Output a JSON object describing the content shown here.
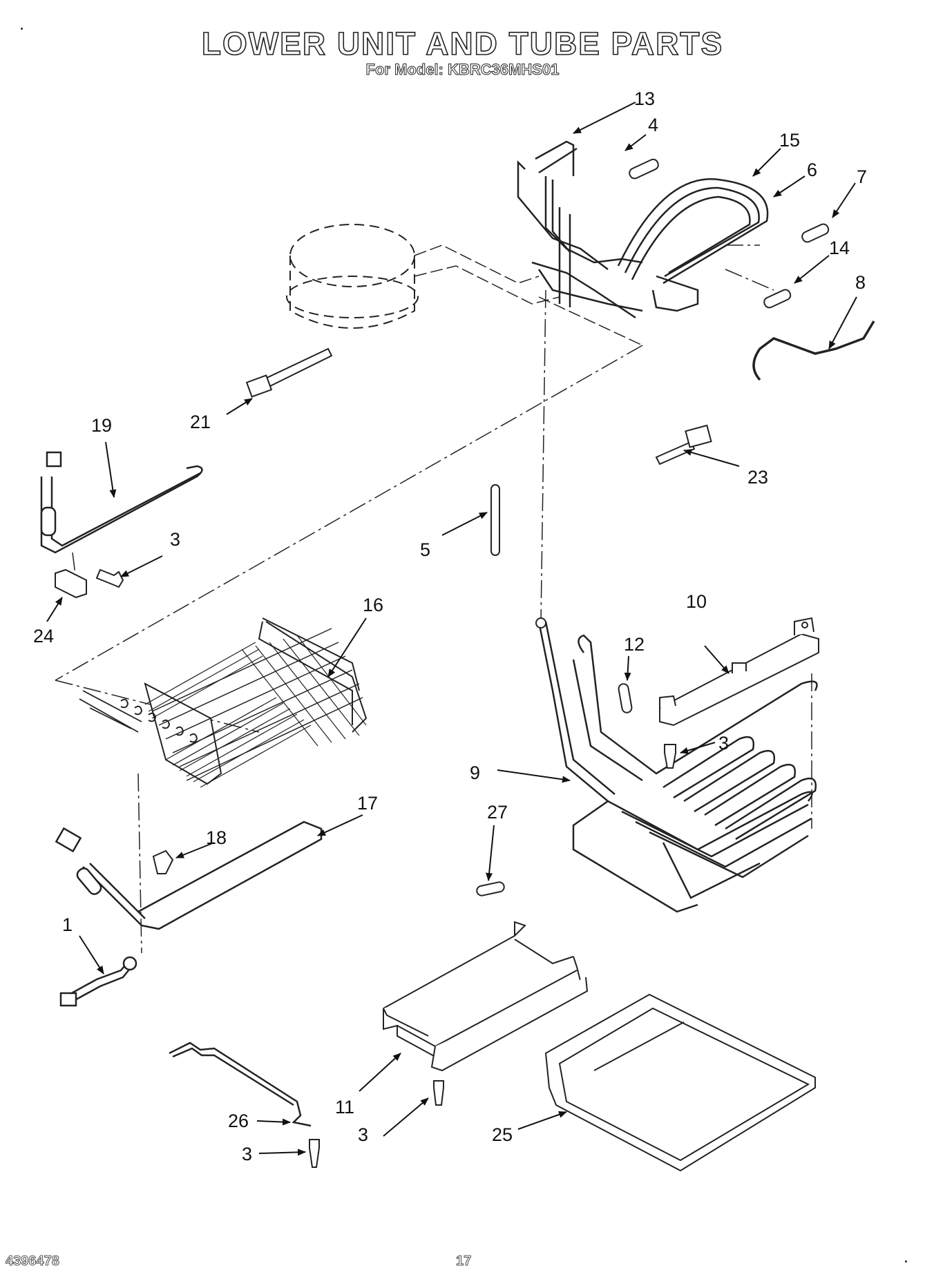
{
  "header": {
    "title": "LOWER UNIT AND TUBE PARTS",
    "subtitle": "For Model: KBRC36MHS01"
  },
  "footer": {
    "doc_number": "4396478",
    "page_number": "17"
  },
  "callouts": [
    {
      "id": "c13",
      "text": "13"
    },
    {
      "id": "c4",
      "text": "4"
    },
    {
      "id": "c15",
      "text": "15"
    },
    {
      "id": "c6",
      "text": "6"
    },
    {
      "id": "c7",
      "text": "7"
    },
    {
      "id": "c14",
      "text": "14"
    },
    {
      "id": "c8",
      "text": "8"
    },
    {
      "id": "c21",
      "text": "21"
    },
    {
      "id": "c19",
      "text": "19"
    },
    {
      "id": "c23",
      "text": "23"
    },
    {
      "id": "c3a",
      "text": "3"
    },
    {
      "id": "c5",
      "text": "5"
    },
    {
      "id": "c24",
      "text": "24"
    },
    {
      "id": "c16",
      "text": "16"
    },
    {
      "id": "c10",
      "text": "10"
    },
    {
      "id": "c12",
      "text": "12"
    },
    {
      "id": "c3b",
      "text": "3"
    },
    {
      "id": "c9",
      "text": "9"
    },
    {
      "id": "c17",
      "text": "17"
    },
    {
      "id": "c27",
      "text": "27"
    },
    {
      "id": "c18",
      "text": "18"
    },
    {
      "id": "c1",
      "text": "1"
    },
    {
      "id": "c11",
      "text": "11"
    },
    {
      "id": "c26",
      "text": "26"
    },
    {
      "id": "c3c",
      "text": "3"
    },
    {
      "id": "c3d",
      "text": "3"
    },
    {
      "id": "c25",
      "text": "25"
    }
  ]
}
